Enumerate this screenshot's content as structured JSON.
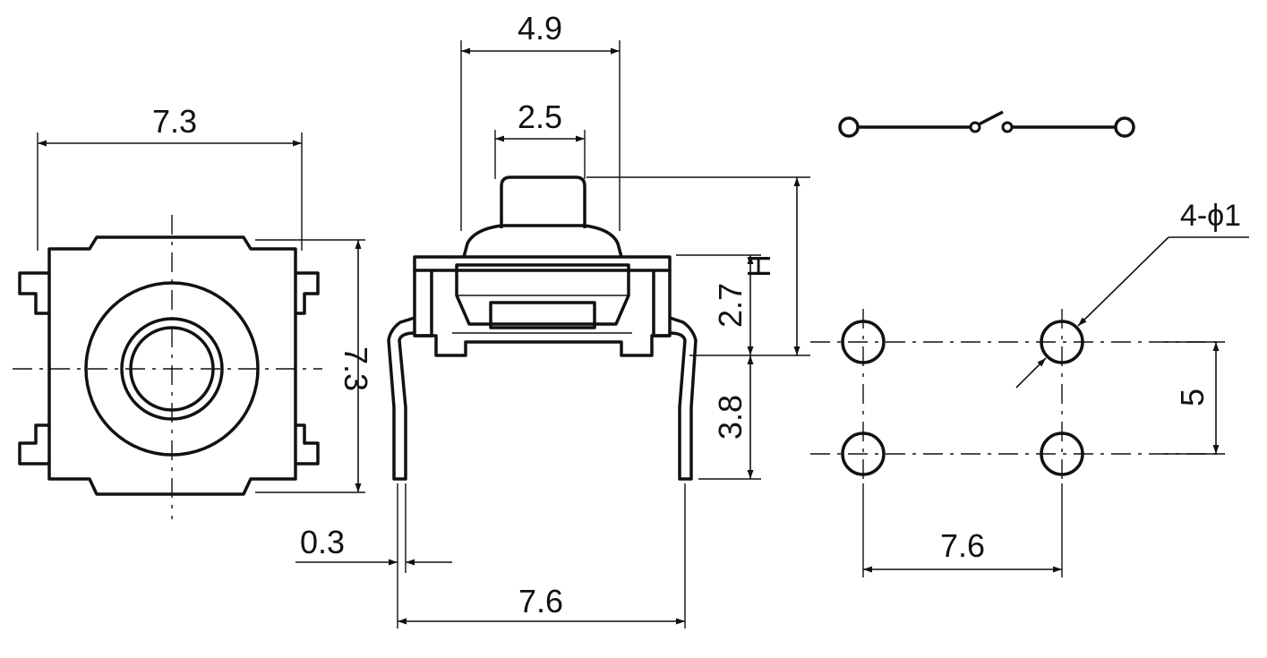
{
  "dimensions": {
    "top_width": "7.3",
    "top_height": "7.3",
    "body_width": "4.9",
    "actuator_width": "2.5",
    "height_var": "H",
    "body_height": "2.7",
    "pin_length": "3.8",
    "pin_thickness": "0.3",
    "pin_spacing_side": "7.6",
    "pad_spacing_x": "7.6",
    "pad_spacing_y": "5"
  },
  "labels": {
    "hole_spec": "4-ϕ1"
  }
}
